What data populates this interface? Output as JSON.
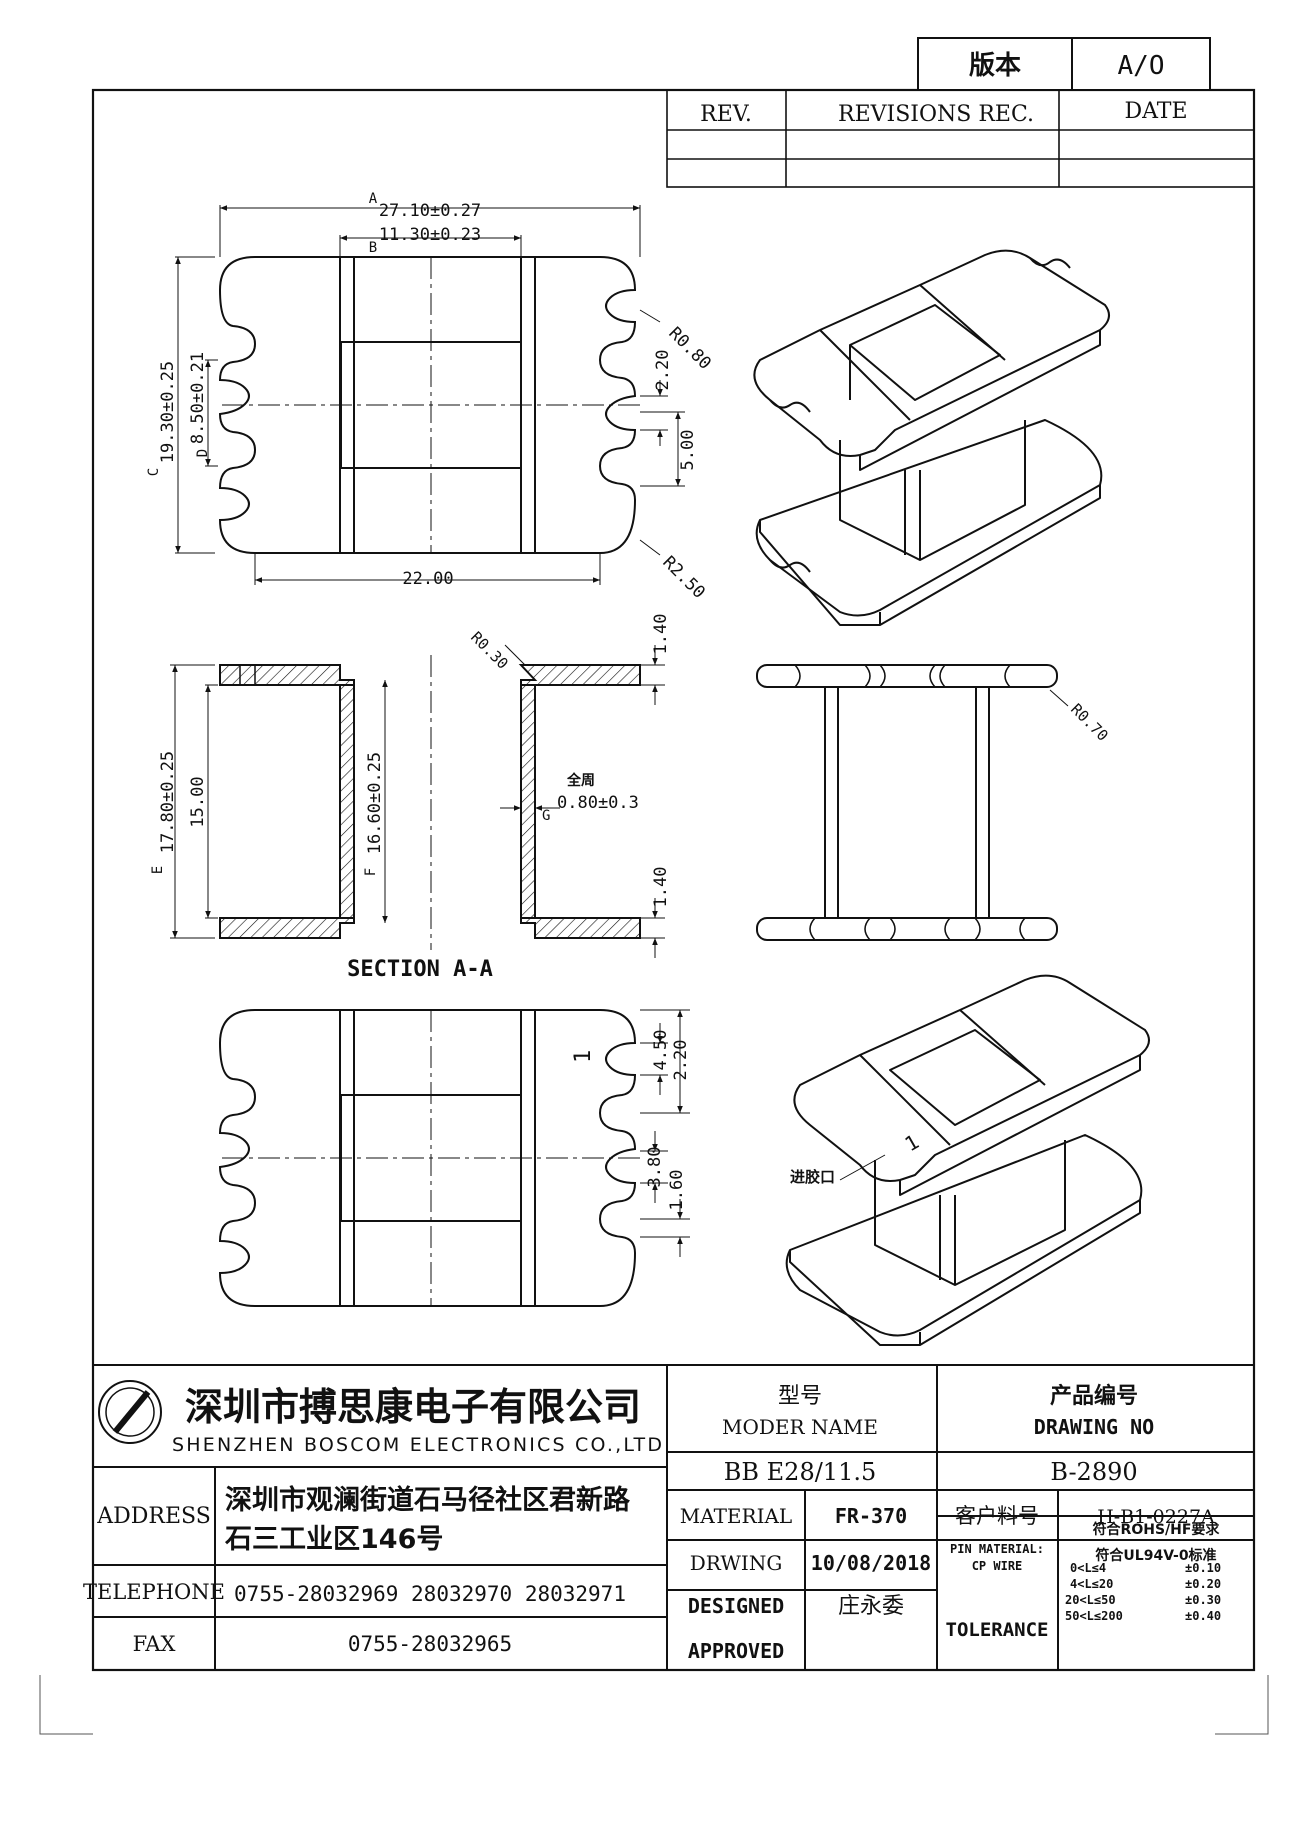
{
  "version_box": {
    "label": "版本",
    "value": "A/O"
  },
  "revision_table": {
    "headers": [
      "REV.",
      "REVISIONS REC.",
      "DATE"
    ]
  },
  "top_view": {
    "dim_a_label": "A",
    "dim_a": "27.10±0.27",
    "dim_b_label": "B",
    "dim_b": "11.30±0.23",
    "dim_c_label": "C",
    "dim_c": "19.30±0.25",
    "dim_d_label": "D",
    "dim_d": "8.50±0.21",
    "dim_width": "22.00",
    "r_small": "R0.80",
    "r_large": "R2.50",
    "pitch": "2.20",
    "spacing": "5.00"
  },
  "section_view": {
    "title": "SECTION A-A",
    "dim_e_label": "E",
    "dim_e": "17.80±0.25",
    "inner": "15.00",
    "dim_f_label": "F",
    "dim_f": "16.60±0.25",
    "r_corner": "R0.30",
    "flange_top": "1.40",
    "flange_bottom": "1.40",
    "wall_note": "全周",
    "dim_g_label": "G",
    "dim_g": "0.80±0.3"
  },
  "side_view": {
    "r_corner": "R0.70"
  },
  "bottom_view": {
    "d1": "4.50",
    "d2": "2.20",
    "d3": "3.80",
    "d4": "1.60",
    "pin_mark": "1"
  },
  "iso_bottom": {
    "gate_label": "进胶口",
    "pin_mark": "1"
  },
  "title_block": {
    "company_cn": "深圳市搏思康电子有限公司",
    "company_en": "SHENZHEN BOSCOM ELECTRONICS CO.,LTD",
    "model_header_cn": "型号",
    "model_header_en": "MODER NAME",
    "model_value": "BB E28/11.5",
    "drawing_header_cn": "产品编号",
    "drawing_header_en": "DRAWING NO",
    "drawing_value": "B-2890",
    "address_label": "ADDRESS",
    "address_line1": "深圳市观澜街道石马径社区君新路",
    "address_line2": "石三工业区146号",
    "telephone_label": "TELEPHONE",
    "telephone_value": "0755-28032969 28032970 28032971",
    "fax_label": "FAX",
    "fax_value": "0755-28032965",
    "material_label": "MATERIAL",
    "material_value": "FR-370",
    "customer_part_label": "客户料号",
    "customer_part_value": "H-B1-0227A",
    "drwing_label": "DRWING",
    "drwing_value": "10/08/2018",
    "pin_material_label": "PIN MATERIAL:",
    "cp_wire_label": "CP WIRE",
    "compliance1": "符合ROHS/HF要求",
    "compliance2": "符合UL94V-0标准",
    "designed_label": "DESIGNED",
    "designed_value": "庄永委",
    "approved_label": "APPROVED",
    "tolerance_label": "TOLERANCE",
    "tolerance_rows": [
      {
        "range": "0<L≤4",
        "tol": "±0.10"
      },
      {
        "range": "4<L≤20",
        "tol": "±0.20"
      },
      {
        "range": "20<L≤50",
        "tol": "±0.30"
      },
      {
        "range": "50<L≤200",
        "tol": "±0.40"
      }
    ]
  }
}
